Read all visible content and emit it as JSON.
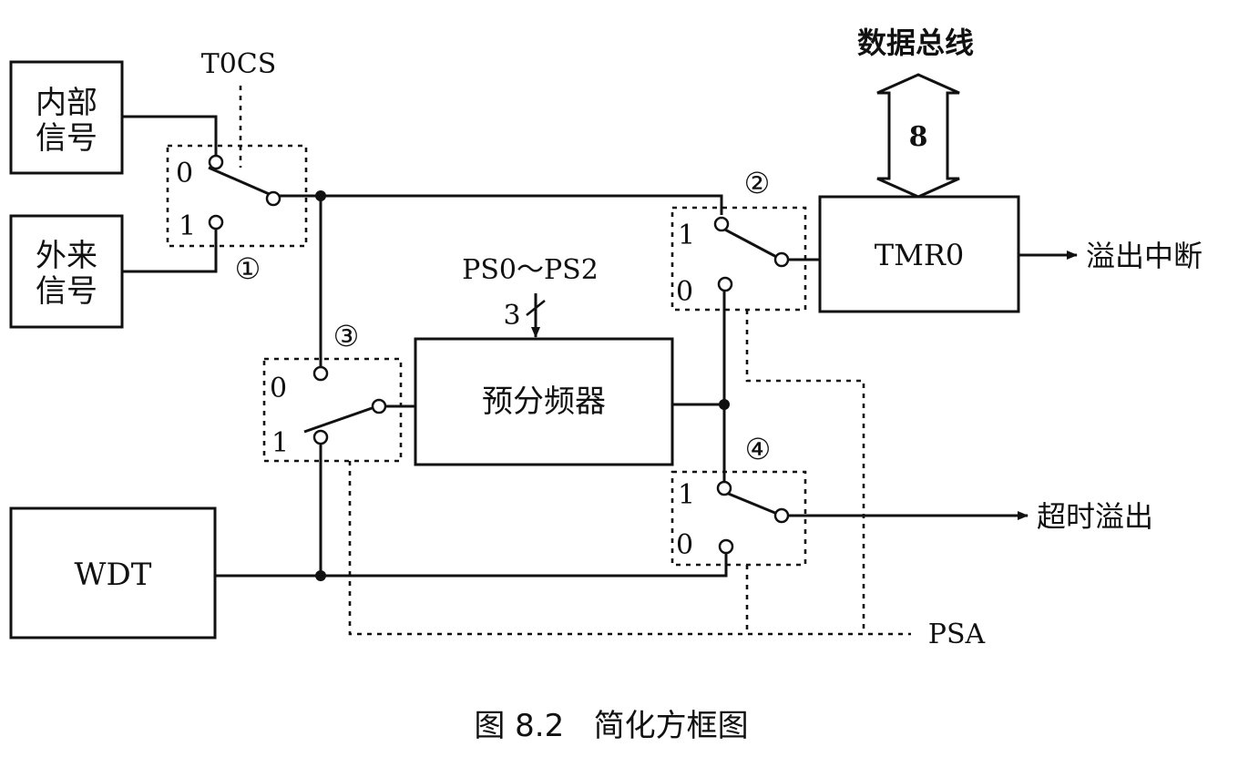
{
  "blocks": {
    "internal_signal": [
      "内部",
      "信号"
    ],
    "external_signal": [
      "外来",
      "信号"
    ],
    "wdt": "WDT",
    "prescaler": "预分频器",
    "tmr0": "TMR0"
  },
  "control_labels": {
    "t0cs": "T0CS",
    "psa": "PSA",
    "ps_bits": "PS0～PS2",
    "ps_width": "3",
    "data_bus": "数据总线",
    "bus_width": "8"
  },
  "switch_markers": [
    "①",
    "②",
    "③",
    "④"
  ],
  "position_labels": {
    "zero": "0",
    "one": "1"
  },
  "outputs": {
    "overflow_interrupt": "溢出中断",
    "timeout_overflow": "超时溢出"
  },
  "caption": "图 8.2   简化方框图"
}
